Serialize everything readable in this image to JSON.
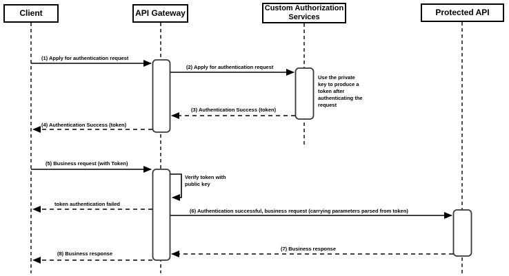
{
  "diagram": {
    "type": "uml-sequence",
    "colors": {
      "line": "#000000",
      "activation_border": "#383838",
      "box_fill": "#ffffff",
      "background": "#ffffff",
      "text": "#000000"
    },
    "participants": [
      {
        "label": "Client"
      },
      {
        "label": "API Gateway"
      },
      {
        "label": "Custom Authorization Services"
      },
      {
        "label": "Protected API"
      }
    ],
    "messages": [
      {
        "label": "(1) Apply for authentication request",
        "from": "Client",
        "to": "API Gateway",
        "style": "solid"
      },
      {
        "label": "(2) Apply for authentication request",
        "from": "API Gateway",
        "to": "Custom Authorization Services",
        "style": "solid"
      },
      {
        "label": "(3) Authentication Success (token)",
        "from": "Custom Authorization Services",
        "to": "API Gateway",
        "style": "dashed"
      },
      {
        "label": "(4) Authentication Success (token)",
        "from": "API Gateway",
        "to": "Client",
        "style": "dashed"
      },
      {
        "label": "(5) Business request (with Token)",
        "from": "Client",
        "to": "API Gateway",
        "style": "solid"
      },
      {
        "label": "token authentication failed",
        "from": "API Gateway",
        "to": "Client",
        "style": "dashed"
      },
      {
        "label": "(6) Authentication successful, business request (carrying parameters parsed from token)",
        "from": "API Gateway",
        "to": "Protected API",
        "style": "solid"
      },
      {
        "label": "(7) Business response",
        "from": "Protected API",
        "to": "API Gateway",
        "style": "dashed"
      },
      {
        "label": "(8) Business response",
        "from": "API Gateway",
        "to": "Client",
        "style": "dashed"
      }
    ],
    "notes": [
      {
        "text": "Use the private key to produce a token after authenticating the request",
        "attached_to": "Custom Authorization Services"
      },
      {
        "text": "Verify token with public key",
        "attached_to": "API Gateway",
        "kind": "self-message"
      }
    ]
  }
}
